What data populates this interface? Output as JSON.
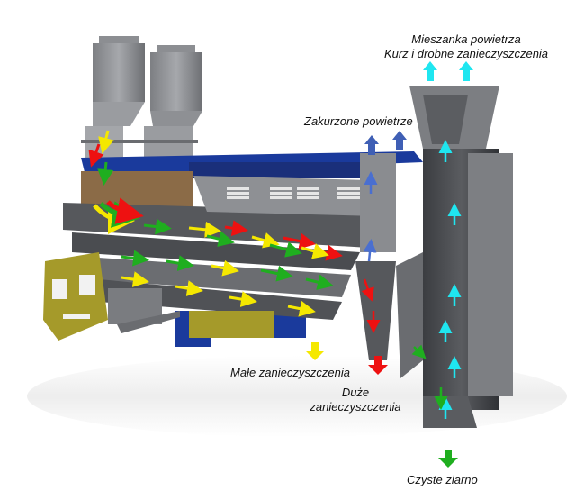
{
  "diagram": {
    "type": "grain-cleaning-separator-cutaway",
    "labels": {
      "air_mixture_line1": "Mieszanka powietrza",
      "air_mixture_line2": "Kurz i drobne zanieczyszczenia",
      "dusty_air": "Zakurzone powietrze",
      "small_impurities": "Małe zanieczyszczenia",
      "large_impurities_line1": "Duże",
      "large_impurities_line2": "zanieczyszczenia",
      "clean_grain": "Czyste ziarno"
    },
    "flow_colors": {
      "clean_grain": "#1fae1f",
      "small_impurities": "#f5e800",
      "large_impurities": "#ee1111",
      "dusty_air": "#3f5fb5",
      "air_mixture": "#1fe6f0"
    },
    "machine_colors": {
      "frame_blue": "#1a3a9c",
      "steel_gray": "#8a8c90",
      "dark_steel": "#4a4c50",
      "brown_panel": "#8b6b47",
      "yellow_guard": "#a59a2a"
    },
    "outputs": [
      {
        "name": "Czyste ziarno",
        "arrow": "down",
        "color": "#1fae1f"
      },
      {
        "name": "Małe zanieczyszczenia",
        "arrow": "down",
        "color": "#f5e800"
      },
      {
        "name": "Duże zanieczyszczenia",
        "arrow": "down",
        "color": "#ee1111"
      },
      {
        "name": "Zakurzone powietrze",
        "arrow": "up",
        "color": "#3f5fb5"
      },
      {
        "name": "Mieszanka powietrza",
        "arrow": "up",
        "color": "#1fe6f0"
      }
    ]
  }
}
